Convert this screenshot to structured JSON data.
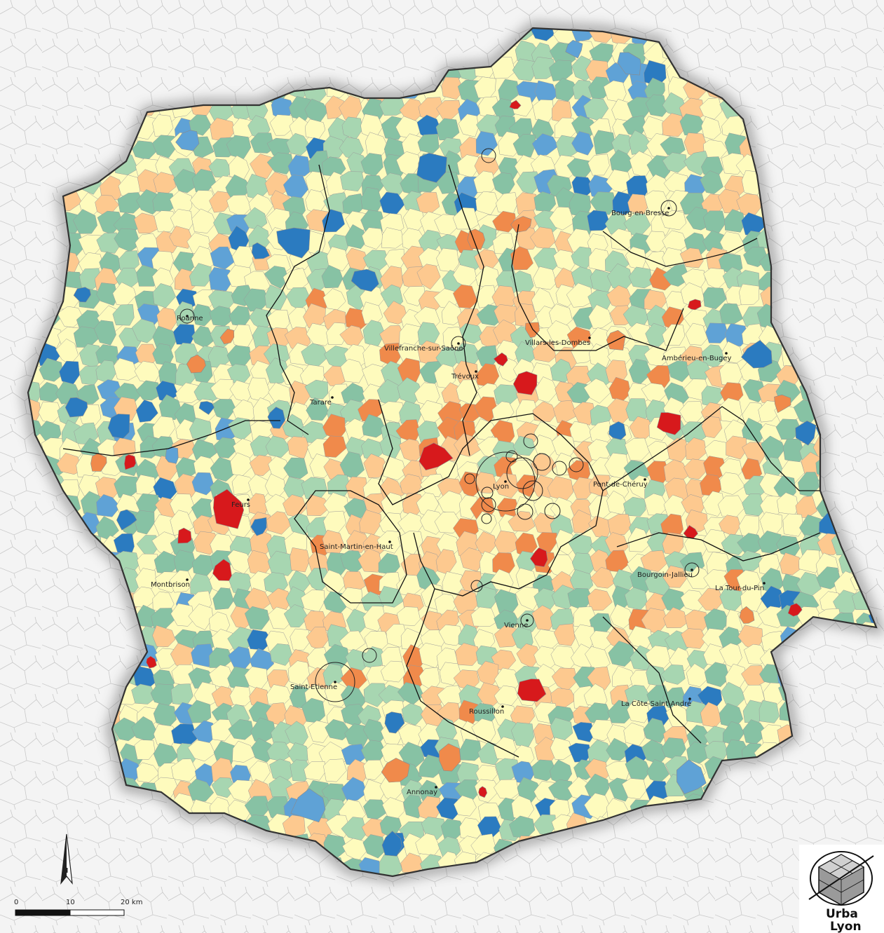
{
  "map": {
    "category_colors": {
      "red": "#d7191c",
      "orange": "#f08a4b",
      "light_orange": "#fdc98f",
      "pale_yellow": "#fefbbd",
      "light_green": "#a7d6b1",
      "green": "#87c2a4",
      "light_blue": "#5fa2d6",
      "blue": "#2b7bc0"
    },
    "outside_color": "#f4f4f4",
    "cities": [
      {
        "id": "roanne",
        "name": "Roanne"
      },
      {
        "id": "villefranche",
        "name": "Villefranche-sur-Saône"
      },
      {
        "id": "trevoux",
        "name": "Trévoux"
      },
      {
        "id": "villars",
        "name": "Villars-les-Dombes"
      },
      {
        "id": "bourg",
        "name": "Bourg-en-Bresse"
      },
      {
        "id": "amberieu",
        "name": "Ambérieu-en-Bugey"
      },
      {
        "id": "tarare",
        "name": "Tarare"
      },
      {
        "id": "lyon",
        "name": "Lyon"
      },
      {
        "id": "pont",
        "name": "Pont-de-Chéruy"
      },
      {
        "id": "feurs",
        "name": "Feurs"
      },
      {
        "id": "stmartin",
        "name": "Saint-Martin-en-Haut"
      },
      {
        "id": "montbrison",
        "name": "Montbrison"
      },
      {
        "id": "bourgoin",
        "name": "Bourgoin-Jallieu"
      },
      {
        "id": "latour",
        "name": "La Tour-du-Pin"
      },
      {
        "id": "vienne",
        "name": "Vienne"
      },
      {
        "id": "stetienne",
        "name": "Saint-Etienne"
      },
      {
        "id": "roussillon",
        "name": "Roussillon"
      },
      {
        "id": "cote",
        "name": "La Côte-Saint-André"
      },
      {
        "id": "annonay",
        "name": "Annonay"
      }
    ]
  },
  "scale_bar": {
    "ticks": [
      "0",
      "10",
      "20 km"
    ]
  },
  "north_arrow": {
    "label": "N"
  },
  "logo": {
    "line1": "Urba",
    "line2": "Lyon"
  }
}
